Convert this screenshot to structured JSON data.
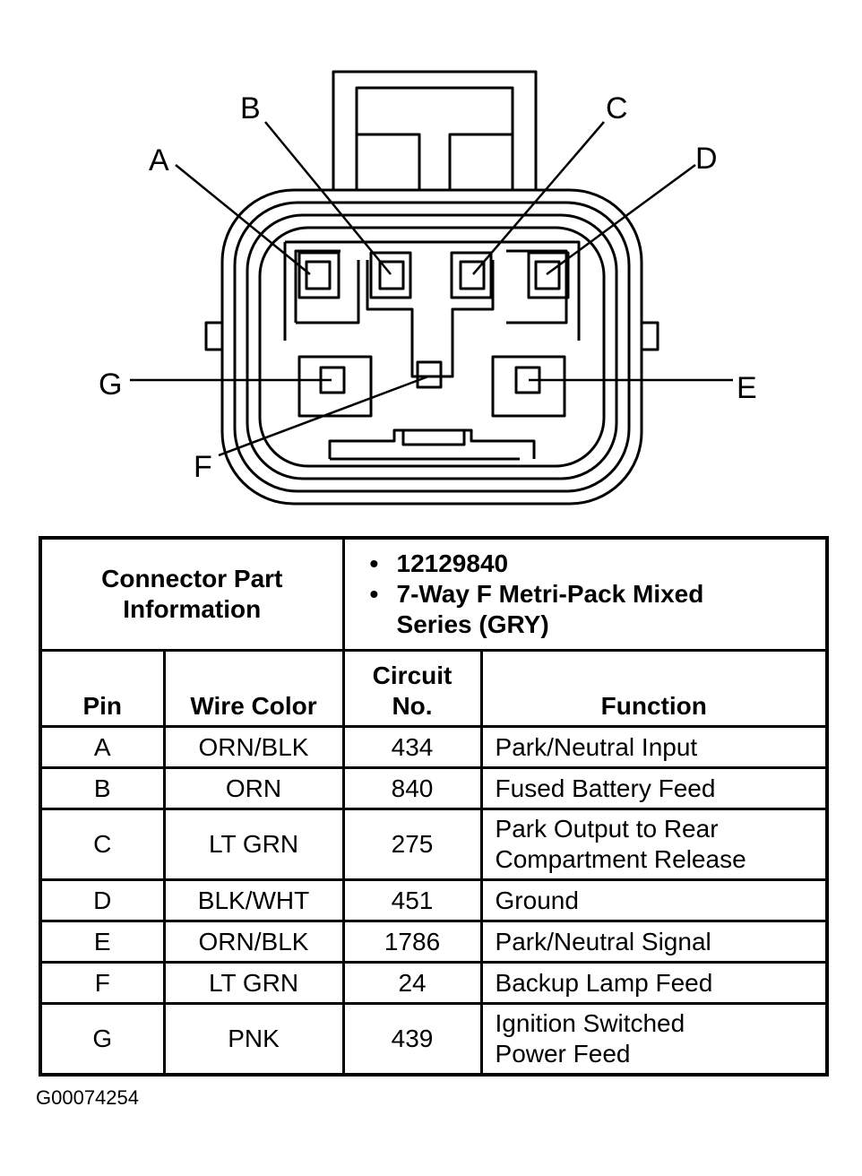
{
  "diagram": {
    "pin_labels": {
      "A": "A",
      "B": "B",
      "C": "C",
      "D": "D",
      "E": "E",
      "F": "F",
      "G": "G"
    }
  },
  "table": {
    "part_info_label": "Connector Part Information",
    "part_info_lines": [
      "12129840",
      "7-Way F Metri-Pack Mixed",
      "Series (GRY)"
    ],
    "headers": {
      "pin": "Pin",
      "wire_color": "Wire Color",
      "circuit_line1": "Circuit",
      "circuit_line2": "No.",
      "function": "Function"
    },
    "rows": [
      {
        "pin": "A",
        "wire_color": "ORN/BLK",
        "circuit": "434",
        "function_lines": [
          "Park/Neutral Input"
        ]
      },
      {
        "pin": "B",
        "wire_color": "ORN",
        "circuit": "840",
        "function_lines": [
          "Fused Battery Feed"
        ]
      },
      {
        "pin": "C",
        "wire_color": "LT GRN",
        "circuit": "275",
        "function_lines": [
          "Park Output to Rear",
          "Compartment Release"
        ]
      },
      {
        "pin": "D",
        "wire_color": "BLK/WHT",
        "circuit": "451",
        "function_lines": [
          "Ground"
        ]
      },
      {
        "pin": "E",
        "wire_color": "ORN/BLK",
        "circuit": "1786",
        "function_lines": [
          "Park/Neutral Signal"
        ]
      },
      {
        "pin": "F",
        "wire_color": "LT GRN",
        "circuit": "24",
        "function_lines": [
          "Backup Lamp Feed"
        ]
      },
      {
        "pin": "G",
        "wire_color": "PNK",
        "circuit": "439",
        "function_lines": [
          "Ignition Switched",
          "Power Feed"
        ]
      }
    ]
  },
  "figure_id": "G00074254"
}
